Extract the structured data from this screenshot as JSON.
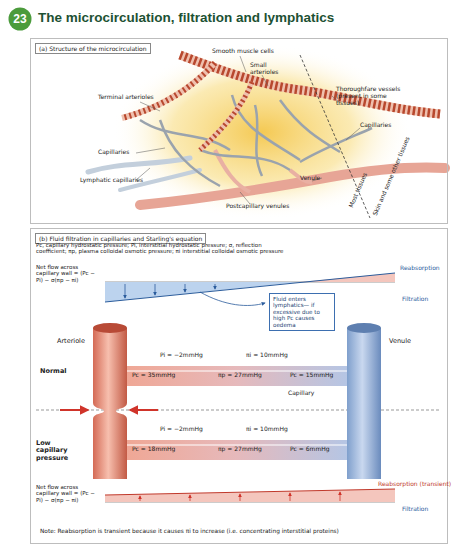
{
  "diagram": {
    "title": "The microcirculation, filtration and lymphatics",
    "nodes": [
      {
        "text": [
          "23"
        ]
      },
      {
        "text": [
          "(a) Structure of the microcirculation"
        ]
      },
      {
        "text": [
          "(b) Fluid filtration in capillaries and Starling's equation"
        ]
      },
      {
        "text": [
          "Fluid enters lymphatics— if excessive due to high Pc causes oedema"
        ],
        "in": 2
      },
      {
        "text": [
          "Arteriole"
        ],
        "in": 2
      },
      {
        "text": [
          "Venule"
        ],
        "in": 2
      }
    ],
    "labels": [
      "Smooth muscle cells",
      "Small arterioles",
      "Terminal arterioles",
      "Thoroughfare vessels (present in some tissues)",
      "Capillaries",
      "Capillaries",
      "Lymphatic capillaries",
      "Venule",
      "Postcapillary venules",
      "Most tissues",
      "Skin and some other tissues",
      "Pc, capillary hydrostatic pressure; Pi, interstitial hydrostatic pressure; σ, reflection coefficient; πp, plasma colloidal osmotic pressure; πi interstitial colloidal osmotic pressure",
      "Net flow across capillary wall = (Pc − Pi) − σ(πp − πi)",
      "Reabsorption",
      "Filtration",
      "Normal",
      "Pi = −2mmHg",
      "πi = 10mmHg",
      "Pc = 35mmHg",
      "πp = 27mmHg",
      "Pc = 15mmHg",
      "Capillary",
      "Low capillary pressure",
      "Pi = −2mmHg",
      "πi = 10mmHg",
      "Pc = 18mmHg",
      "πp = 27mmHg",
      "Pc = 6mmHg",
      "Net flow across capillary wall = (Pc − Pi) − σ(πp − πi)",
      "Reabsorption (transient)",
      "Filtration",
      "Note: Reabsorption is transient because it causes πi to increase (i.e. concentrating interstitial proteins)"
    ]
  }
}
